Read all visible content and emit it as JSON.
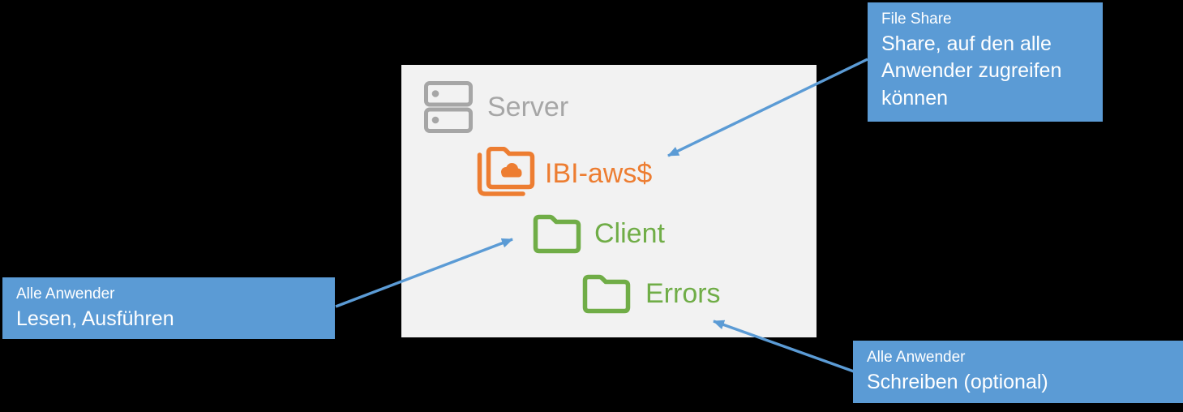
{
  "panel": {
    "server_label": "Server",
    "items": [
      {
        "id": "share",
        "label": "IBI-aws$",
        "type": "shared-folder",
        "color": "#ed7d31"
      },
      {
        "id": "client",
        "label": "Client",
        "type": "folder",
        "color": "#70ad47"
      },
      {
        "id": "errors",
        "label": "Errors",
        "type": "folder",
        "color": "#70ad47"
      }
    ]
  },
  "callouts": [
    {
      "id": "file-share",
      "title": "File Share",
      "body": "Share, auf den alle Anwender zugreifen können",
      "points_to": "IBI-aws$"
    },
    {
      "id": "lesen",
      "title": "Alle Anwender",
      "body": "Lesen, Ausführen",
      "points_to": "Client"
    },
    {
      "id": "schreiben",
      "title": "Alle Anwender",
      "body": "Schreiben (optional)",
      "points_to": "Errors"
    }
  ],
  "colors": {
    "background": "#000000",
    "panel": "#f2f2f2",
    "callout_blue": "#5b9bd5",
    "callout_text": "#ffffff",
    "arrow_blue": "#5b9bd5",
    "server_gray": "#a6a6a6",
    "share_orange": "#ed7d31",
    "folder_green": "#70ad47"
  }
}
